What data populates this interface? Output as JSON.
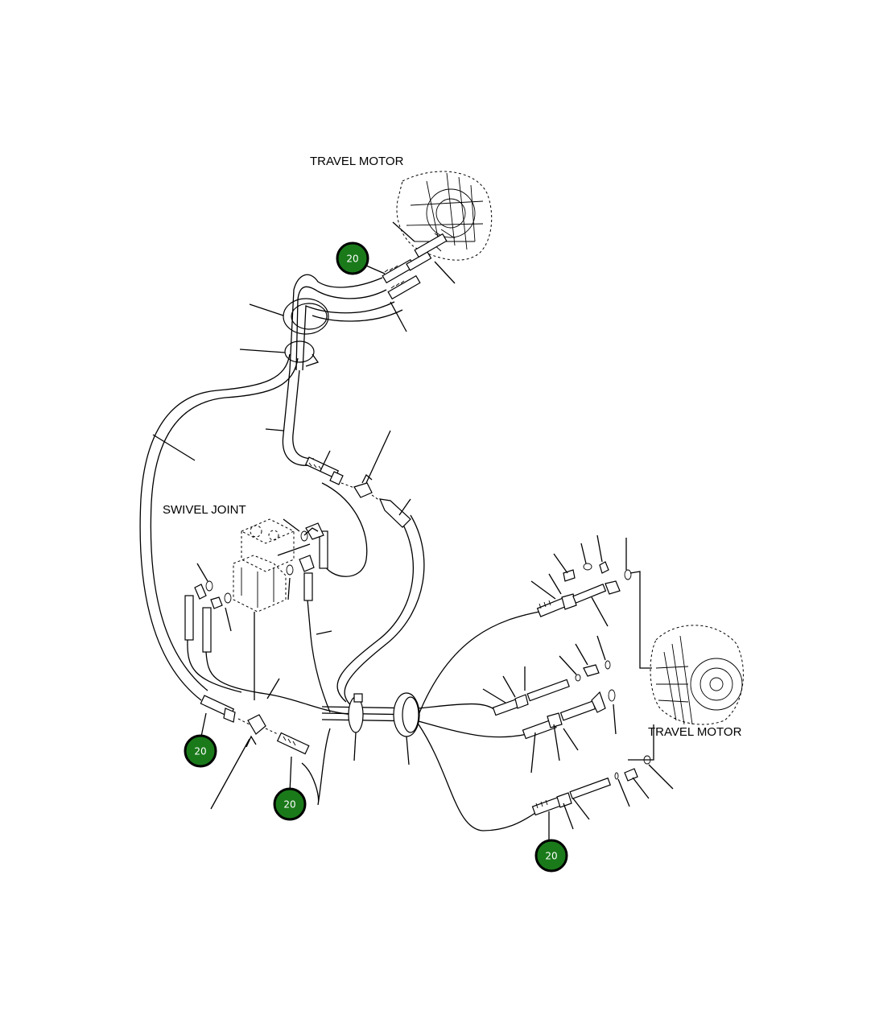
{
  "labels": {
    "travel_motor_top": "TRAVEL MOTOR",
    "swivel_joint": "SWIVEL JOINT",
    "travel_motor_right": "TRAVEL MOTOR"
  },
  "callouts": [
    {
      "id": "callout-1",
      "text": "20"
    },
    {
      "id": "callout-2",
      "text": "20"
    },
    {
      "id": "callout-3",
      "text": "20"
    },
    {
      "id": "callout-4",
      "text": "20"
    }
  ],
  "colors": {
    "callout_fill": "#1a7a1a",
    "callout_border": "#000000",
    "line": "#000000",
    "background": "#ffffff"
  }
}
